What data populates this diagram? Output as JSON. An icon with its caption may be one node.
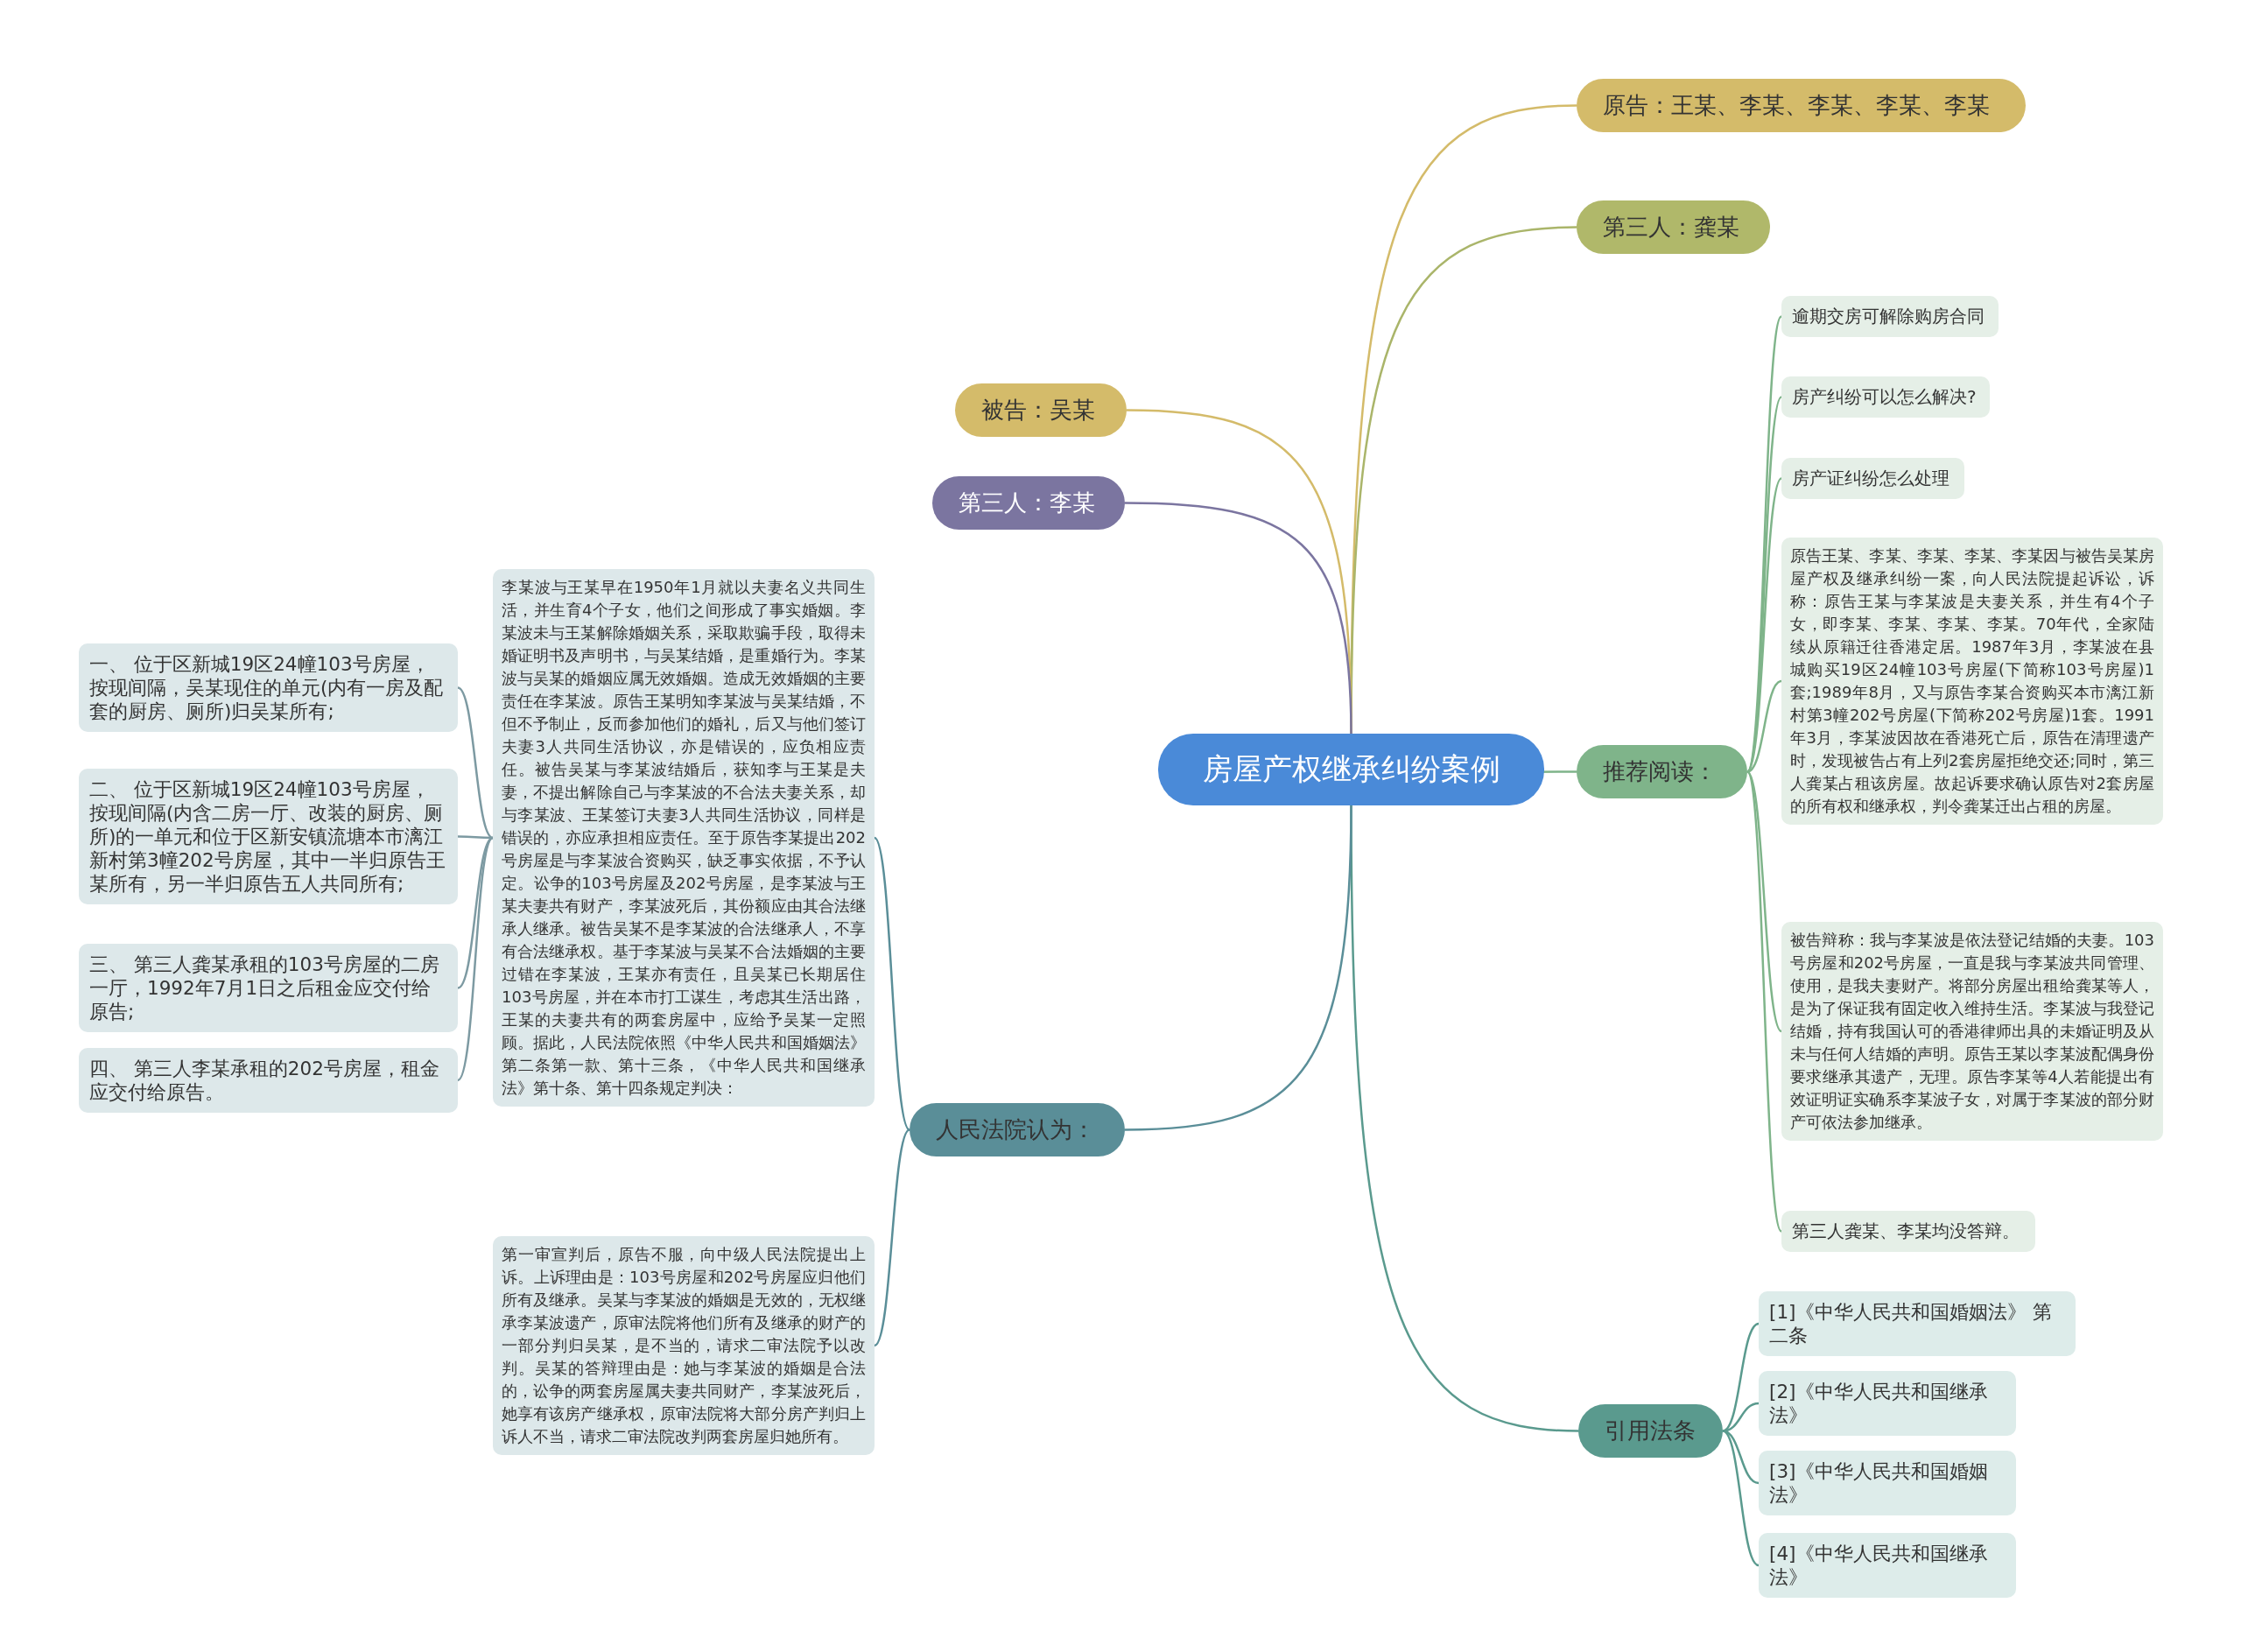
{
  "diagram": {
    "nodes": [
      {
        "text": [
          "房屋产权继承纠纷案例"
        ]
      },
      {
        "text": [
          "原告：王某、李某、李某、李某、李某"
        ]
      },
      {
        "text": [
          "第三人：龚某"
        ]
      },
      {
        "text": [
          "被告：吴某"
        ]
      },
      {
        "text": [
          "第三人：李某"
        ]
      },
      {
        "text": [
          "推荐阅读："
        ]
      },
      {
        "text": [
          "逾期交房可解除购房合同"
        ]
      },
      {
        "text": [
          "房产纠纷可以怎么解决?"
        ]
      },
      {
        "text": [
          "房产证纠纷怎么处理"
        ]
      },
      {
        "text": [
          "原告王某、李某、李某、李某、李某因与被告吴某房屋产权及继承纠纷一案，向人民法院提起诉讼，诉称：原告王某与李某波是夫妻关系，并生有4个子女，即李某、李某、李某、李某。70年代，全家陆续从原籍迁往香港定居。1987年3月，李某波在县城购买19区24幢103号房屋(下简称103号房屋)1套;1989年8月，又与原告李某合资购买本市漓江新村第3幢202号房屋(下简称202号房屋)1套。1991年3月，李某波因故在香港死亡后，原告在清理遗产时，发现被告占有上列2套房屋拒绝交还;同时，第三人龚某占租该房屋。故起诉要求确认原告对2套房屋的所有权和继承权，判令龚某迁出占租的房屋。"
        ]
      },
      {
        "text": [
          "被告辩称：我与李某波是依法登记结婚的夫妻。103号房屋和202号房屋，一直是我与李某波共同管理、使用，是我夫妻财产。将部分房屋出租给龚某等人，是为了保证我有固定收入维持生活。李某波与我登记结婚，持有我国认可的香港律师出具的未婚证明及从未与任何人结婚的声明。原告王某以李某波配偶身份要求继承其遗产，无理。原告李某等4人若能提出有效证明证实确系李某波子女，对属于李某波的部分财产可依法参加继承。"
        ]
      },
      {
        "text": [
          "第三人龚某、李某均没答辩。"
        ]
      },
      {
        "text": [
          "引用法条"
        ]
      },
      {
        "text": [
          "[1]《中华人民共和国婚姻法》 第二条"
        ]
      },
      {
        "text": [
          "[2]《中华人民共和国继承法》"
        ]
      },
      {
        "text": [
          "[3]《中华人民共和国婚姻法》"
        ]
      },
      {
        "text": [
          "[4]《中华人民共和国继承法》"
        ]
      },
      {
        "text": [
          "人民法院认为："
        ]
      },
      {
        "text": [
          "李某波与王某早在1950年1月就以夫妻名义共同生活，并生育4个子女，他们之间形成了事实婚姻。李某波未与王某解除婚姻关系，采取欺骗手段，取得未婚证明书及声明书，与吴某结婚，是重婚行为。李某波与吴某的婚姻应属无效婚姻。造成无效婚姻的主要责任在李某波。原告王某明知李某波与吴某结婚，不但不予制止，反而参加他们的婚礼，后又与他们签订夫妻3人共同生活协议，亦是错误的，应负相应责任。被告吴某与李某波结婚后，获知李与王某是夫妻，不提出解除自己与李某波的不合法夫妻关系，却与李某波、王某签订夫妻3人共同生活协议，同样是错误的，亦应承担相应责任。至于原告李某提出202号房屋是与李某波合资购买，缺乏事实依据，不予认定。讼争的103号房屋及202号房屋，是李某波与王某夫妻共有财产，李某波死后，其份额应由其合法继承人继承。被告吴某不是李某波的合法继承人，不享有合法继承权。基于李某波与吴某不合法婚姻的主要过错在李某波，王某亦有责任，且吴某已长期居住103号房屋，并在本市打工谋生，考虑其生活出路，王某的夫妻共有的两套房屋中，应给予吴某一定照顾。据此，人民法院依照《中华人民共和国婚姻法》第二条第一款、第十三条，《中华人民共和国继承法》第十条、第十四条规定判决："
        ]
      },
      {
        "text": [
          "第一审宣判后，原告不服，向中级人民法院提出上诉。上诉理由是：103号房屋和202号房屋应归他们所有及继承。吴某与李某波的婚姻是无效的，无权继承李某波遗产，原审法院将他们所有及继承的财产的一部分判归吴某，是不当的，请求二审法院予以改判。吴某的答辩理由是：她与李某波的婚姻是合法的，讼争的两套房屋属夫妻共同财产，李某波死后，她享有该房产继承权，原审法院将大部分房产判归上诉人不当，请求二审法院改判两套房屋归她所有。"
        ]
      },
      {
        "text": [
          "一、 位于区新城19区24幢103号房屋，按现间隔，吴某现住的单元(内有一房及配套的厨房、厕所)归吴某所有;"
        ]
      },
      {
        "text": [
          "二、 位于区新城19区24幢103号房屋，按现间隔(内含二房一厅、改装的厨房、厕所)的一单元和位于区新安镇流塘本市漓江新村第3幢202号房屋，其中一半归原告王某所有，另一半归原告五人共同所有;"
        ]
      },
      {
        "text": [
          "三、 第三人龚某承租的103号房屋的二房一厅，1992年7月1日之后租金应交付给原告;"
        ]
      },
      {
        "text": [
          "四、 第三人李某承租的202号房屋，租金应交付给原告。"
        ]
      }
    ],
    "edges": [
      {
        "from": 0,
        "to": 1,
        "arrow": "none",
        "color": "#d4bb6a"
      },
      {
        "from": 0,
        "to": 2,
        "arrow": "none",
        "color": "#aab56a"
      },
      {
        "from": 0,
        "to": 3,
        "arrow": "none",
        "color": "#d4bb6a"
      },
      {
        "from": 0,
        "to": 4,
        "arrow": "none",
        "color": "#7b75a0"
      },
      {
        "from": 0,
        "to": 5,
        "arrow": "none"
      },
      {
        "from": 5,
        "to": 6,
        "arrow": "none"
      },
      {
        "from": 5,
        "to": 7,
        "arrow": "none"
      },
      {
        "from": 5,
        "to": 8,
        "arrow": "none"
      },
      {
        "from": 5,
        "to": 9,
        "arrow": "none"
      },
      {
        "from": 5,
        "to": 10,
        "arrow": "none"
      },
      {
        "from": 5,
        "to": 11,
        "arrow": "none"
      },
      {
        "from": 0,
        "to": 12,
        "arrow": "none",
        "color": "#5a9a8e"
      },
      {
        "from": 12,
        "to": 13,
        "arrow": "none",
        "color": "#5a9a8e"
      },
      {
        "from": 12,
        "to": 14,
        "arrow": "none",
        "color": "#5a9a8e"
      },
      {
        "from": 12,
        "to": 15,
        "arrow": "none",
        "color": "#5a9a8e"
      },
      {
        "from": 12,
        "to": 16,
        "arrow": "none",
        "color": "#5a9a8e"
      },
      {
        "from": 0,
        "to": 17,
        "arrow": "none",
        "color": "#5a8e98"
      },
      {
        "from": 17,
        "to": 18,
        "arrow": "none",
        "color": "#5a8e98"
      },
      {
        "from": 17,
        "to": 19,
        "arrow": "none",
        "color": "#5a8e98"
      },
      {
        "from": 18,
        "to": 20,
        "arrow": "none",
        "color": "#7d9aa2"
      },
      {
        "from": 18,
        "to": 21,
        "arrow": "none",
        "color": "#7d9aa2"
      },
      {
        "from": 18,
        "to": 22,
        "arrow": "none",
        "color": "#7d9aa2"
      },
      {
        "from": 18,
        "to": 23,
        "arrow": "none",
        "color": "#7d9aa2"
      }
    ]
  }
}
